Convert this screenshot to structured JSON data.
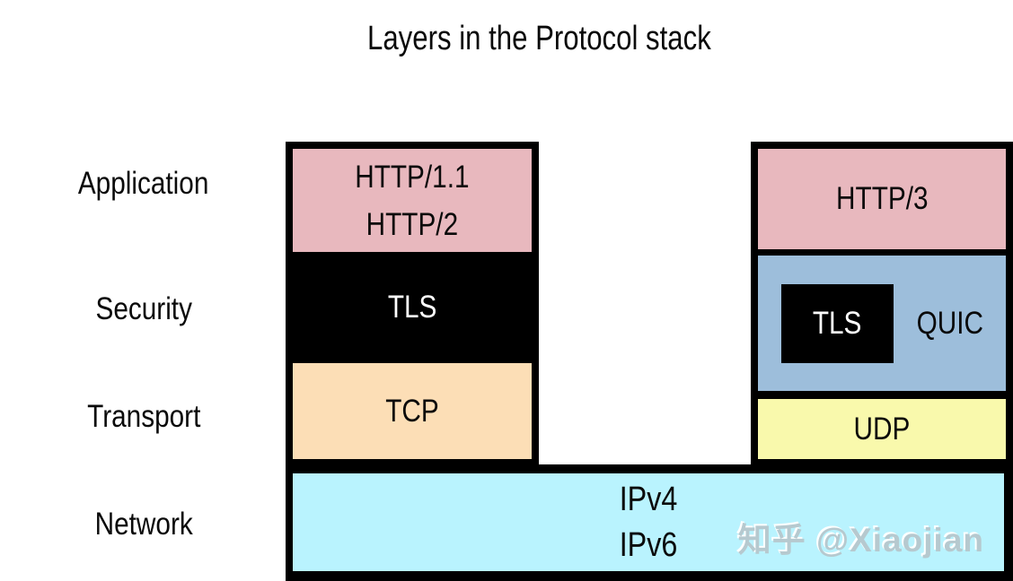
{
  "title": "Layers in the Protocol stack",
  "layer_labels": [
    "Application",
    "Security",
    "Transport",
    "Network"
  ],
  "left_stack": {
    "application_lines": [
      "HTTP/1.1",
      "HTTP/2"
    ],
    "security": "TLS",
    "transport": "TCP"
  },
  "right_stack": {
    "application": "HTTP/3",
    "security": {
      "tls": "TLS",
      "quic": "QUIC"
    },
    "transport": "UDP"
  },
  "network": {
    "lines": [
      "IPv4",
      "IPv6"
    ]
  },
  "watermark": "知乎 @Xiaojian",
  "colors": {
    "pink": "#e8b8be",
    "orange": "#fcdeb6",
    "blue": "#9dbedb",
    "yellow": "#f9f9ac",
    "cyan": "#b9f3fe",
    "box_border": "#000000",
    "watermark": "#b6c9cf"
  }
}
